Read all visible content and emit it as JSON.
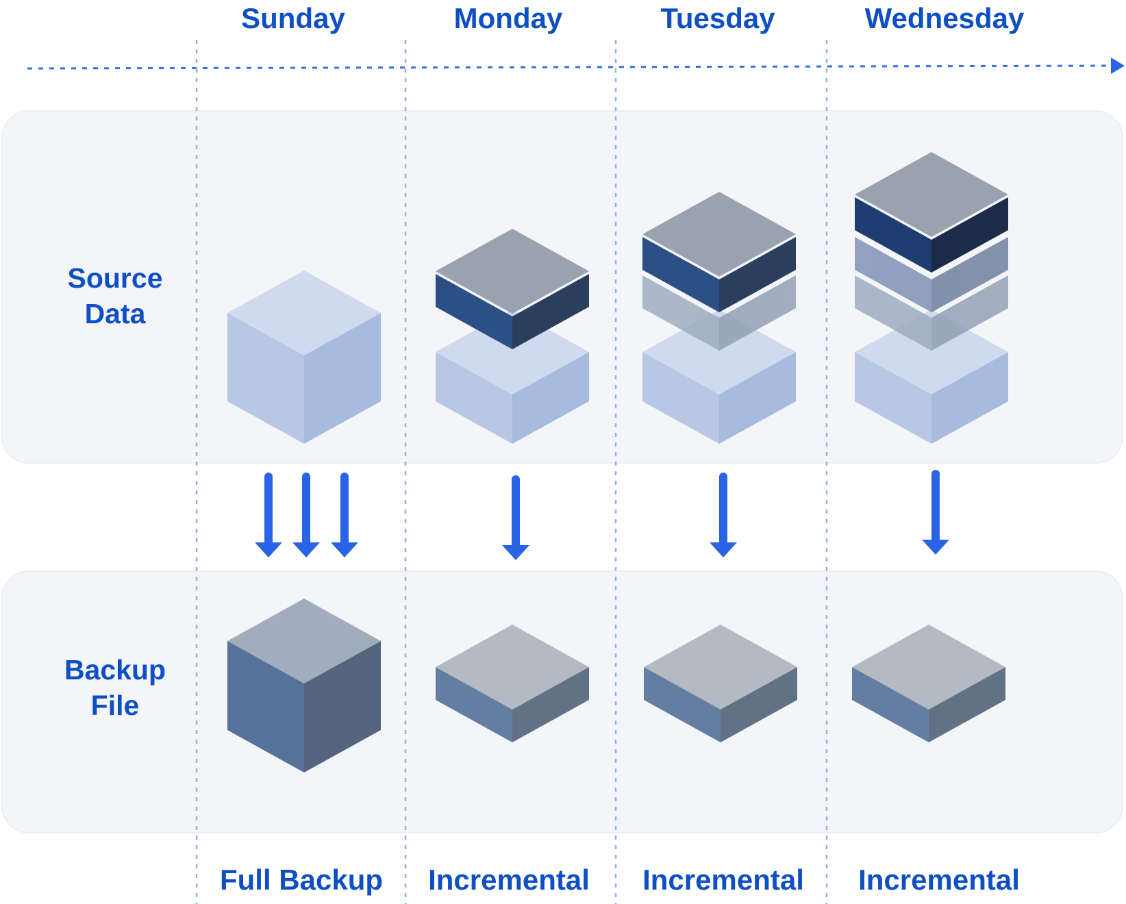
{
  "days": [
    "Sunday",
    "Monday",
    "Tuesday",
    "Wednesday"
  ],
  "methods": [
    "Full Backup",
    "Incremental",
    "Incremental",
    "Incremental"
  ],
  "rows": {
    "source": "Source\nData",
    "backup": "Backup\nFile"
  },
  "colors": {
    "accent": "#0f4fc4",
    "arrow": "#2a64e6",
    "gridline": "#8fb0ef",
    "panel": "#f4f5f9"
  },
  "icons": [
    "timeline-arrow",
    "down-arrow-icon",
    "data-cube-icon",
    "data-slab-icon"
  ]
}
